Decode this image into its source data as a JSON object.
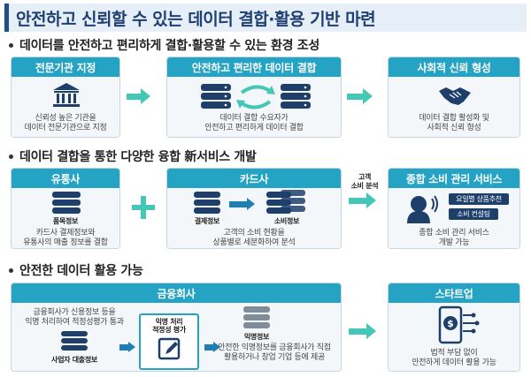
{
  "title": "안전하고 신뢰할 수 있는 데이터 결합·활용 기반 마련",
  "section1": {
    "heading": "데이터를 안전하고 편리하게 결합·활용할 수 있는 환경 조성",
    "box1": {
      "title": "전문기관 지정",
      "desc": "신뢰성 높은 기관을\n데이터 전문기관으로 지정",
      "icon": "bank-icon"
    },
    "box2": {
      "title": "안전하고 편리한 데이터 결합",
      "desc": "데이터 결합 수요자가\n안전하고 편리하게 데이터 결합",
      "icon": "database-exchange-icon"
    },
    "box3": {
      "title": "사회적 신뢰 형성",
      "desc": "데이터 결합 활성화 및\n사회적 신뢰 형성",
      "icon": "handshake-icon"
    }
  },
  "section2": {
    "heading": "데이터 결합을 통한 다양한 융합 新서비스 개발",
    "box1": {
      "title": "유통사",
      "db_label": "품목정보",
      "desc": "카드사 결제정보와\n유통사의 매출 정보를 결합"
    },
    "box2": {
      "title": "카드사",
      "db_label1": "결제정보",
      "db_label2": "소비정보",
      "desc": "고객의 소비 현황을\n상품별로 세분화하여 분석"
    },
    "arrow_label": "고객\n소비 분석",
    "box3": {
      "title": "종합 소비 관리 서비스",
      "chips": [
        "요일별 상품추천",
        "소비 컨설팅"
      ],
      "desc": "종합 소비 관리 서비스\n개발 가능"
    }
  },
  "section3": {
    "heading": "안전한 데이터 활용 가능",
    "box1": {
      "title": "금융회사",
      "desc_left": "금융회사가 신용정보 등을\n익명 처리하여 적정성평가 통과",
      "db_label_left": "사업자 대출정보",
      "eval_label": "익명 처리\n적정성 평가",
      "db_label_right": "익명정보",
      "desc_right": "안전한 익명정보를 금융회사가 직접\n활용하거나 창업 기업 등에 제공"
    },
    "box2": {
      "title": "스타트업",
      "desc": "법적 부담 없이\n안전하게 데이터 활용 가능"
    }
  },
  "colors": {
    "accent": "#24a3c4",
    "arrow": "#45c7b8",
    "navy": "#1f3f6b",
    "title_bg": "#e6eef7"
  }
}
